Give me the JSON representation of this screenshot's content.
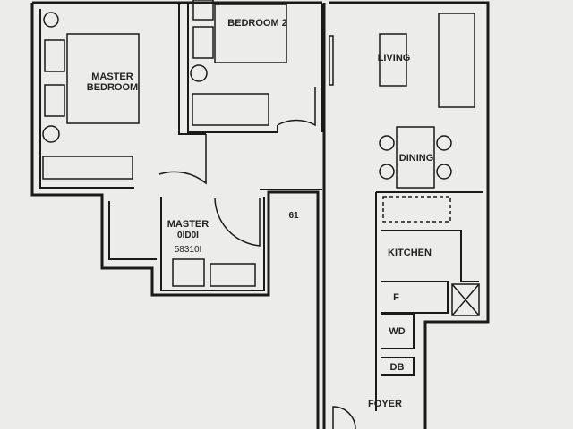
{
  "rooms": {
    "master_bedroom": "MASTER BEDROOM",
    "bedroom2": "BEDROOM 2",
    "living": "LIVING",
    "dining": "DINING",
    "master_bath_line1": "MASTER",
    "master_bath_line2": "0ID0I",
    "master_bath_line3": "58310I",
    "corridor_mark": "61",
    "kitchen": "KITCHEN",
    "fridge": "F",
    "washer_dryer": "WD",
    "db": "DB",
    "foyer": "FOYER"
  },
  "colors": {
    "wall": "#1a1a1a",
    "paper": "#ecedeb"
  }
}
